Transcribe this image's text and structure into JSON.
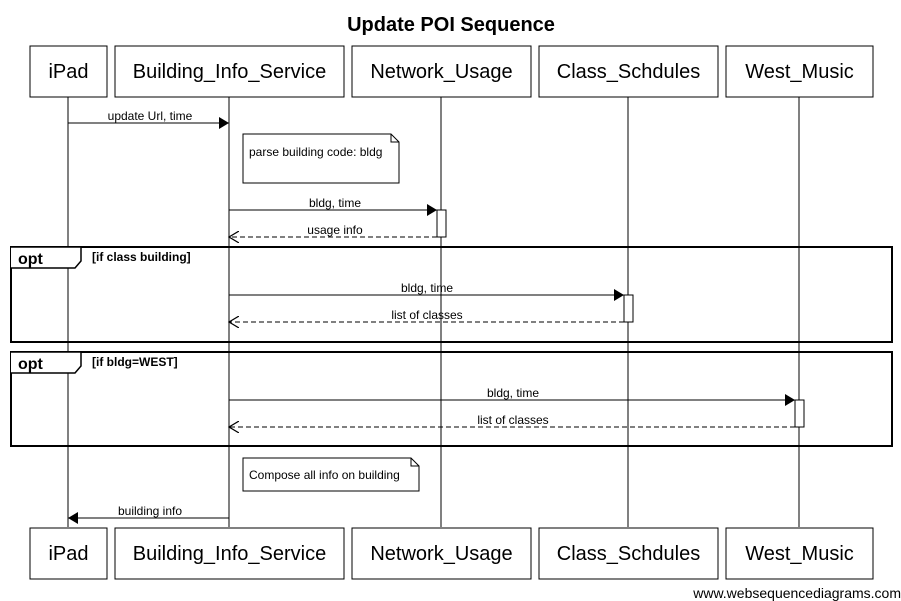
{
  "title": "Update POI Sequence",
  "participants": [
    {
      "label": "iPad"
    },
    {
      "label": "Building_Info_Service"
    },
    {
      "label": "Network_Usage"
    },
    {
      "label": "Class_Schdules"
    },
    {
      "label": "West_Music"
    }
  ],
  "messages": [
    {
      "from": "iPad",
      "to": "Building_Info_Service",
      "label": "update Url, time",
      "style": "solid"
    },
    {
      "from": "Building_Info_Service",
      "to": "Network_Usage",
      "label": "bldg, time",
      "style": "solid"
    },
    {
      "from": "Network_Usage",
      "to": "Building_Info_Service",
      "label": "usage info",
      "style": "dashed"
    },
    {
      "from": "Building_Info_Service",
      "to": "Class_Schdules",
      "label": "bldg, time",
      "style": "solid"
    },
    {
      "from": "Class_Schdules",
      "to": "Building_Info_Service",
      "label": "list of classes",
      "style": "dashed"
    },
    {
      "from": "Building_Info_Service",
      "to": "West_Music",
      "label": "bldg, time",
      "style": "solid"
    },
    {
      "from": "West_Music",
      "to": "Building_Info_Service",
      "label": "list of classes",
      "style": "dashed"
    },
    {
      "from": "Building_Info_Service",
      "to": "iPad",
      "label": "building info",
      "style": "solid"
    }
  ],
  "notes": [
    {
      "over": "Building_Info_Service",
      "text": "parse building code: bldg"
    },
    {
      "over": "Building_Info_Service",
      "text": "Compose all info on building"
    }
  ],
  "fragments": [
    {
      "keyword": "opt",
      "condition": "[if class building]"
    },
    {
      "keyword": "opt",
      "condition": "[if bldg=WEST]"
    }
  ],
  "footer": "www.websequencediagrams.com"
}
